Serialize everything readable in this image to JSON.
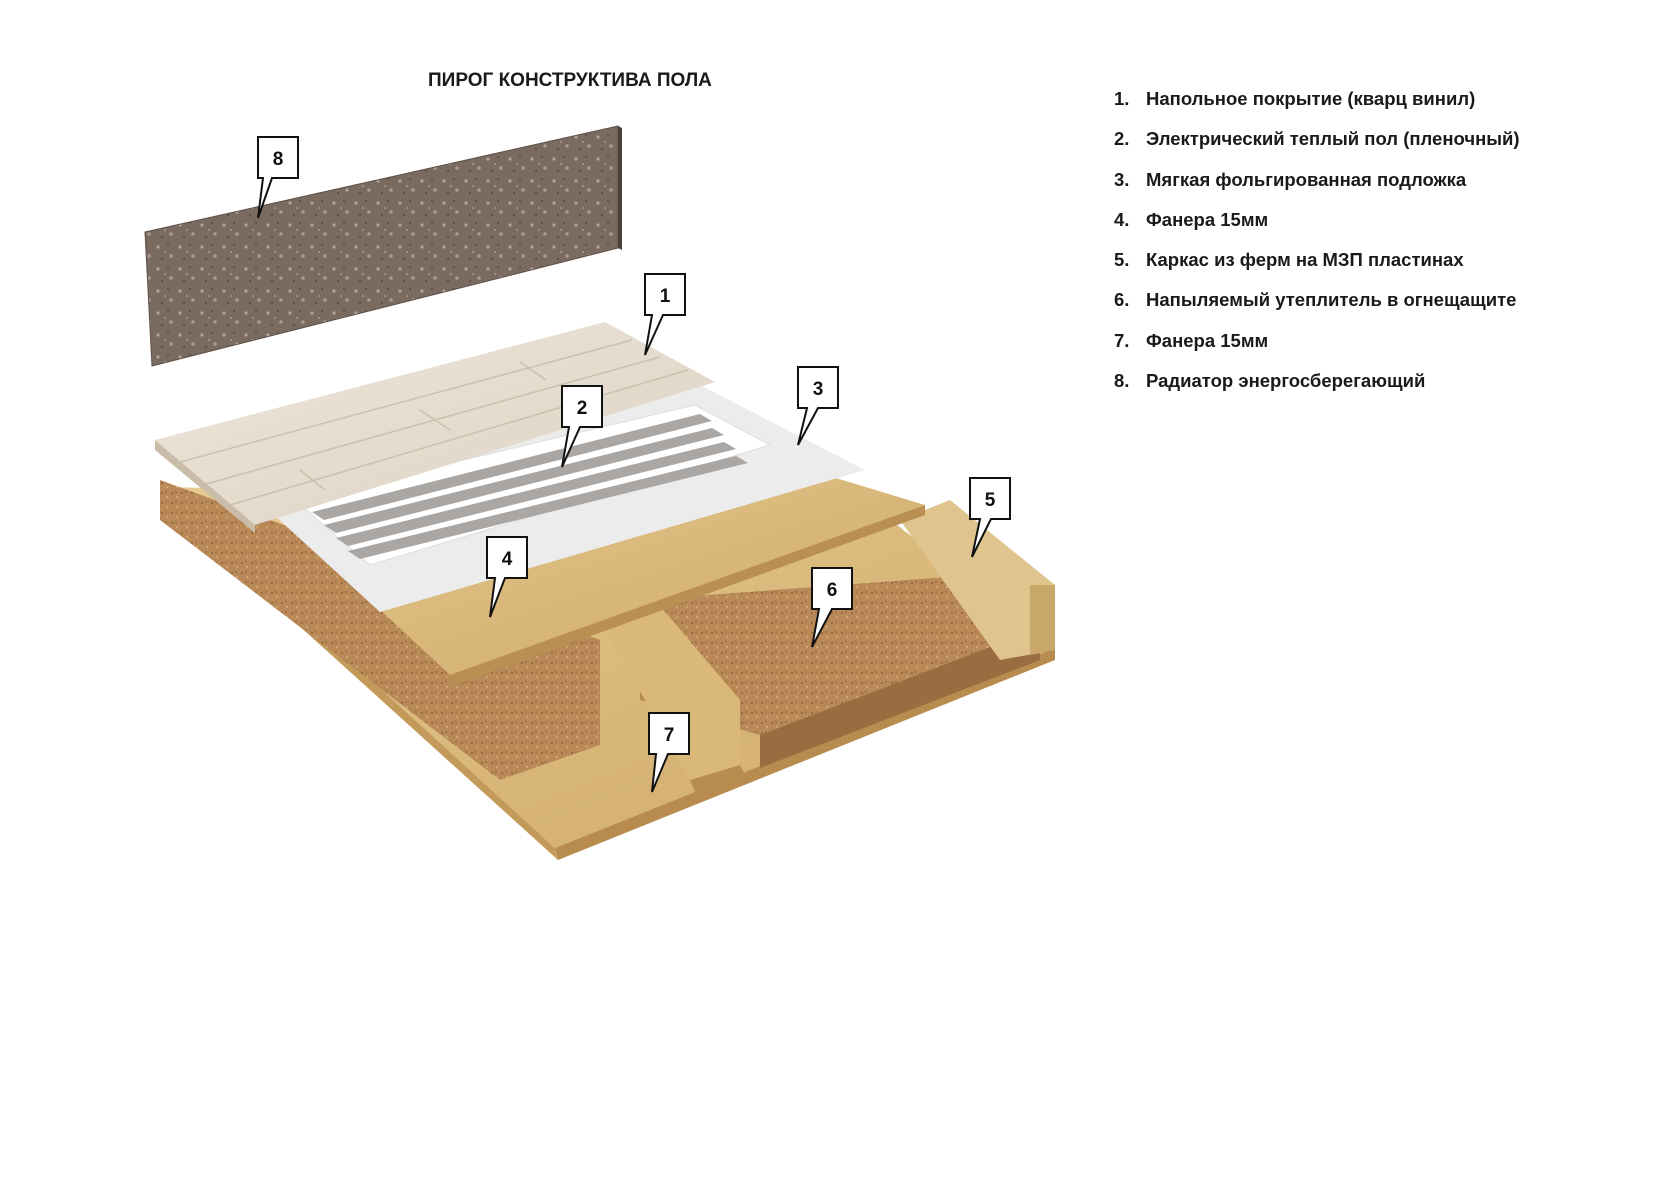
{
  "title": "ПИРОГ КОНСТРУКТИВА ПОЛА",
  "layers": [
    {
      "number": "1",
      "label": "Напольное покрытие (кварц винил)"
    },
    {
      "number": "2",
      "label": "Электрический теплый пол (пленочный)"
    },
    {
      "number": "3",
      "label": "Мягкая фольгированная подложка"
    },
    {
      "number": "4",
      "label": "Фанера 15мм"
    },
    {
      "number": "5",
      "label": "Каркас из ферм на МЗП пластинах"
    },
    {
      "number": "6",
      "label": "Напыляемый утеплитель в огнещащите"
    },
    {
      "number": "7",
      "label": "Фанера 15мм"
    },
    {
      "number": "8",
      "label": "Радиатор энергосберегающий"
    }
  ],
  "legend_number_suffix": ".",
  "colors": {
    "radiator": "#7a6a5f",
    "vinyl": "#e6ddd0",
    "heating_film_stripe": "#a9a6a3",
    "underlay": "#eeeeee",
    "plywood": "#dcbd82",
    "insulation": "#b98a58",
    "joist": "#e0c48e"
  }
}
